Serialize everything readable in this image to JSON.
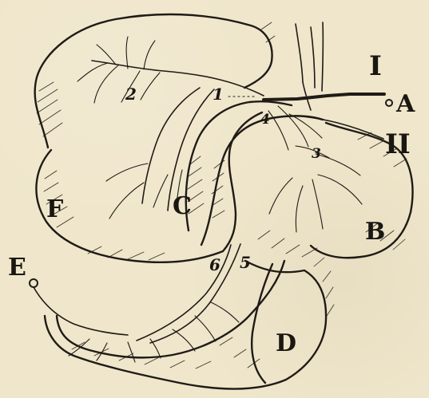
{
  "labels": {
    "A": "A",
    "B": "B",
    "C": "C",
    "D": "D",
    "E": "E",
    "F": "F",
    "I": "I",
    "II": "II",
    "n1": "1",
    "n2": "2",
    "n3": "3",
    "n4": "4",
    "n5": "5",
    "n6": "6"
  },
  "colors": {
    "paper": "#efe6cb",
    "ink": "#1f1b16"
  }
}
